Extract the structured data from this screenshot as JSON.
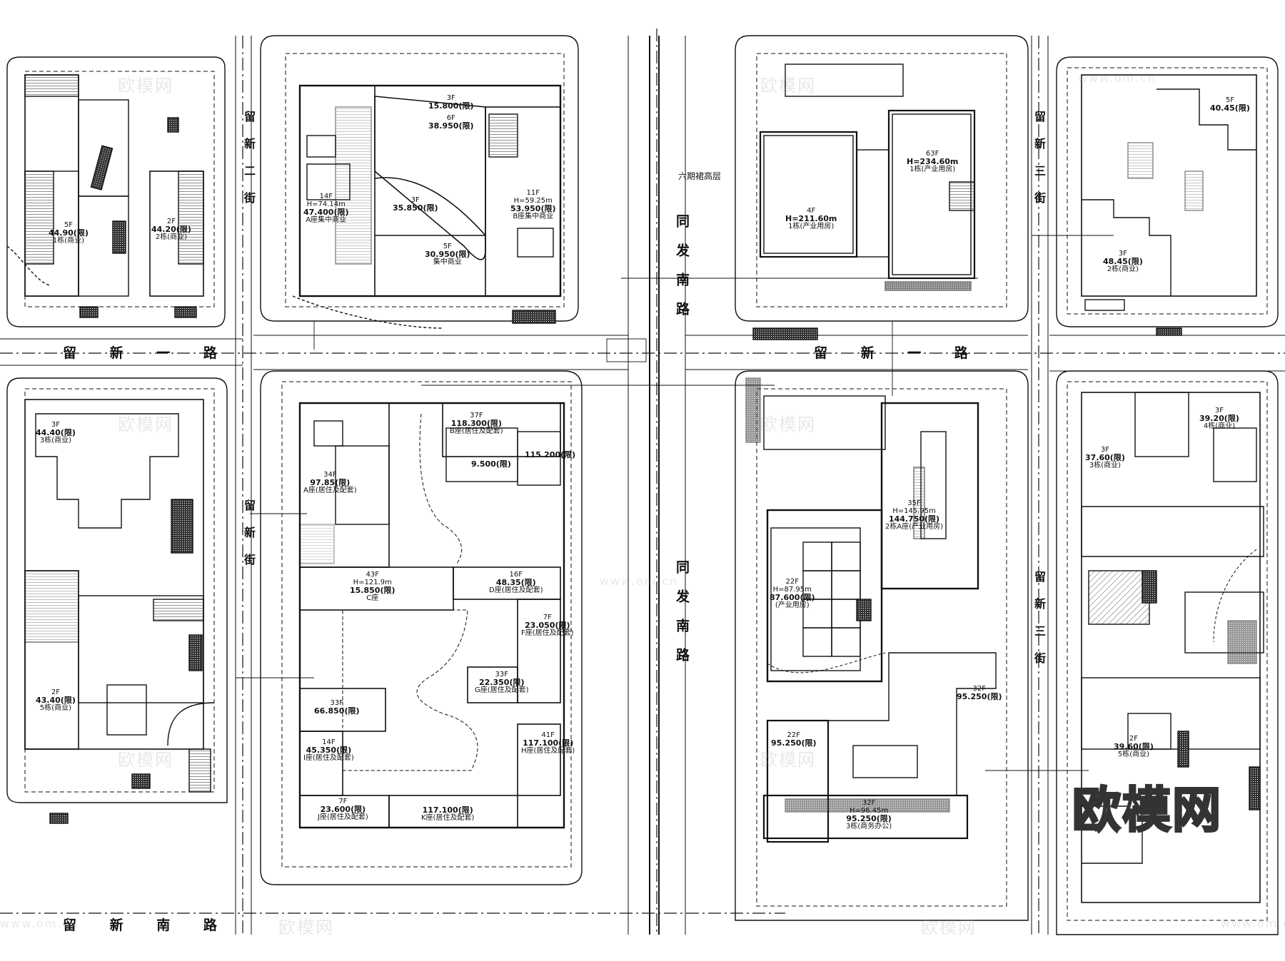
{
  "roads": {
    "liuxin_yi_left": "留 新 一 路",
    "liuxin_yi_right": "留 新 一 路",
    "liuxin_nan": "留 新 南 路",
    "tongfa_nan_top": "同发南路",
    "tongfa_nan_bottom": "同发南路",
    "liuxin_er_top": "留新二街",
    "liuxin_er_bottom": "留新街",
    "liuxin_san_top": "留新三街",
    "liuxin_san_bottom": "留新三街"
  },
  "notes": {
    "six_storey_podium": "六期裙高层"
  },
  "blocks": {
    "tl": [
      {
        "floors": "5F",
        "height": "44.90(限)",
        "use": "1栋(商业)"
      },
      {
        "floors": "2F",
        "height": "44.20(限)",
        "use": "2栋(商业)"
      }
    ],
    "tc": [
      {
        "floors": "14F",
        "height": "H=74.14m",
        "elev": "47.400(限)",
        "use": "A座集中商业"
      },
      {
        "floors": "6F",
        "height": "38.950(限)",
        "use": ""
      },
      {
        "floors": "3F",
        "height": "35.850(限)",
        "use": ""
      },
      {
        "floors": "3F",
        "height": "15.800(限)",
        "use": ""
      },
      {
        "floors": "11F",
        "height": "H=59.25m",
        "elev": "53.950(限)",
        "use": "B座集中商业"
      },
      {
        "floors": "5F",
        "height": "30.950(限)",
        "use": "集中商业"
      }
    ],
    "tr": [
      {
        "floors": "4F",
        "height": "H=211.60m",
        "use": "1栋(产业用房)"
      },
      {
        "floors": "63F",
        "height": "H=234.60m",
        "use": "1栋(产业用房)"
      }
    ],
    "trr": [
      {
        "floors": "5F",
        "height": "40.45(限)",
        "use": ""
      },
      {
        "floors": "3F",
        "height": "48.45(限)",
        "use": "2栋(商业)"
      }
    ],
    "bl": [
      {
        "floors": "3F",
        "height": "44.40(限)",
        "use": "3栋(商业)"
      },
      {
        "floors": "2F",
        "height": "43.40(限)",
        "use": "5栋(商业)"
      }
    ],
    "bc": [
      {
        "floors": "34F",
        "height": "97.85(限)",
        "use": "A座(居住及配套)"
      },
      {
        "floors": "37F",
        "height": "118.300(限)",
        "use": "B座(居住及配套)"
      },
      {
        "floors": "",
        "height": "115.200(限)",
        "use": ""
      },
      {
        "floors": "",
        "height": "9.500(限)",
        "use": ""
      },
      {
        "floors": "43F",
        "height": "H=121.9m",
        "elev": "15.850(限)",
        "use": "C座"
      },
      {
        "floors": "16F",
        "height": "48.35(限)",
        "use": "D座(居住及配套)"
      },
      {
        "floors": "7F",
        "height": "23.050(限)",
        "use": "F座(居住及配套)"
      },
      {
        "floors": "33F",
        "height": "22.350(限)",
        "use": "G座(居住及配套)"
      },
      {
        "floors": "33F",
        "height": "66.850(限)",
        "use": ""
      },
      {
        "floors": "14F",
        "height": "45.350(限)",
        "use": "I座(居住及配套)"
      },
      {
        "floors": "41F",
        "height": "117.100(限)",
        "use": "H座(居住及配套)"
      },
      {
        "floors": "7F",
        "height": "23.600(限)",
        "use": "J座(居住及配套)"
      },
      {
        "floors": "",
        "height": "117.100(限)",
        "use": "K座(居住及配套)"
      }
    ],
    "br": [
      {
        "floors": "35F",
        "height": "H=145.95m",
        "elev": "144.750(限)",
        "use": "2栋A座(产业用房)"
      },
      {
        "floors": "22F",
        "height": "H=87.95m",
        "elev": "87.600(限)",
        "use": "(产业用房)"
      },
      {
        "floors": "32F",
        "height": "95.250(限)",
        "use": ""
      },
      {
        "floors": "22F",
        "height": "95.250(限)",
        "use": ""
      },
      {
        "floors": "32F",
        "height": "H=96.45m",
        "elev": "95.250(限)",
        "use": "3栋(商务办公)"
      }
    ],
    "brr": [
      {
        "floors": "3F",
        "height": "39.20(限)",
        "use": "4栋(商业)"
      },
      {
        "floors": "3F",
        "height": "37.60(限)",
        "use": "3栋(商业)"
      },
      {
        "floors": "2F",
        "height": "39.60(限)",
        "use": "5栋(商业)"
      }
    ]
  },
  "watermarks": [
    "欧模网",
    "www.om.cn"
  ],
  "brand": "欧模网"
}
